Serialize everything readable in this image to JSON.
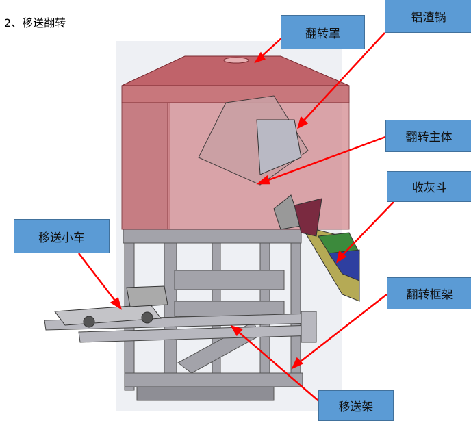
{
  "heading": "2、移送翻转",
  "colors": {
    "label_fill": "#5b9bd5",
    "label_border": "#41719c",
    "arrow": "#ff0000",
    "hood": "#b5545a",
    "frame": "#9a9aa0"
  },
  "labels": {
    "flip_hood": "翻转罩",
    "aluminum_dross_pot": "铝渣锅",
    "flip_body": "翻转主体",
    "ash_hopper": "收灰斗",
    "transfer_cart": "移送小车",
    "flip_frame": "翻转框架",
    "transfer_rack": "移送架"
  }
}
